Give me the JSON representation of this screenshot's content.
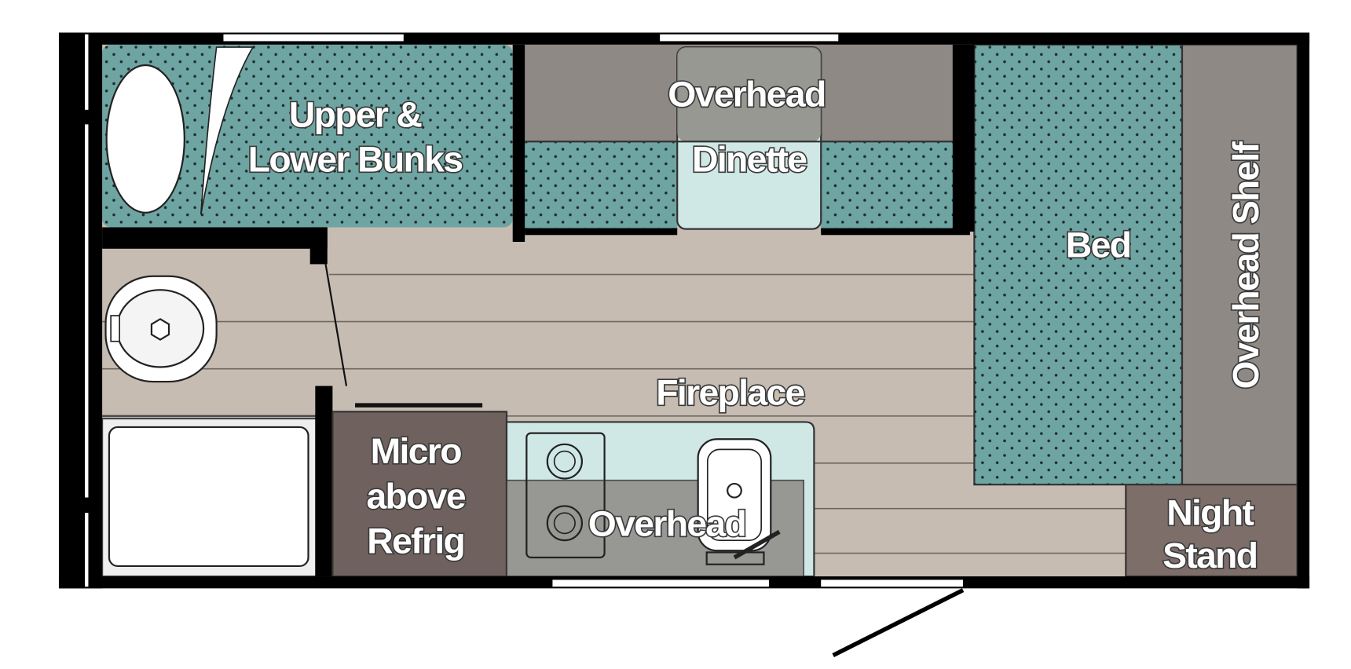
{
  "floorplan": {
    "labels": {
      "bunks_line1": "Upper &",
      "bunks_line2": "Lower Bunks",
      "dinette_overhead": "Overhead",
      "dinette": "Dinette",
      "bed": "Bed",
      "overhead_shelf": "Overhead Shelf",
      "fireplace": "Fireplace",
      "micro_line1": "Micro",
      "micro_line2": "above",
      "micro_line3": "Refrig",
      "kitchen_overhead": "Overhead",
      "nightstand_line1": "Night",
      "nightstand_line2": "Stand"
    },
    "colors": {
      "wall": "#000000",
      "floor": "#c6bcb1",
      "teal": "#6ea5a2",
      "overhead_gray": "#8e8985",
      "cabinet_brown": "#6f625e",
      "counter": "#cfe8e5"
    }
  }
}
